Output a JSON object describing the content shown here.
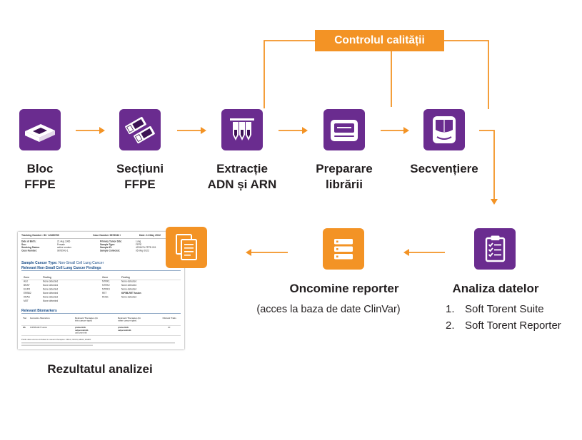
{
  "qc_box": {
    "label": "Controlul calității"
  },
  "steps": [
    {
      "line1": "Bloc",
      "line2": "FFPE",
      "icon": "ffpe-block-icon"
    },
    {
      "line1": "Secțiuni",
      "line2": "FFPE",
      "icon": "tissue-slides-icon"
    },
    {
      "line1": "Extracție",
      "line2": "ADN și ARN",
      "icon": "test-tubes-icon"
    },
    {
      "line1": "Preparare",
      "line2": "librării",
      "icon": "library-prep-instrument-icon"
    },
    {
      "line1": "Secvențiere",
      "icon": "sequencer-icon"
    }
  ],
  "analysis": {
    "title": "Analiza datelor",
    "icon": "clipboard-checklist-icon",
    "items": [
      {
        "num": "1.",
        "text": "Soft Torent Suite"
      },
      {
        "num": "2.",
        "text": "Soft Torent Reporter"
      }
    ]
  },
  "reporter": {
    "title": "Oncomine reporter",
    "note": "(acces la baza de date ClinVar)",
    "icon": "database-list-icon"
  },
  "result": {
    "title": "Rezultatul analizei",
    "icon": "documents-icon"
  },
  "report": {
    "top": {
      "tracking": "Tracking Number: ID / 12485789",
      "case": "Case Number 9876543 /",
      "date": "Date: 11 May 2022"
    },
    "info": [
      {
        "label": "Date of Birth:",
        "value": "21 Aug 1966",
        "label2": "Primary Tumor Site:",
        "value2": "Lung"
      },
      {
        "label": "Sex:",
        "value": "Female",
        "label2": "Sample Type:",
        "value2": "FFPE"
      },
      {
        "label": "Smoking Status:",
        "value": "active smoker",
        "label2": "Sample ID:",
        "value2": "4203476-FFPE-001"
      },
      {
        "label": "Case Number:",
        "value": "9876543-1",
        "label2": "Sample Collected:",
        "value2": "05 May 2022"
      }
    ],
    "cancer_type_label": "Sample Cancer Type:",
    "cancer_type": "Non-Small Cell Lung Cancer",
    "findings_title": "Relevant Non-Small Cell Lung Cancer Findings",
    "findings_headers": [
      "Gene",
      "Finding",
      "Gene",
      "Finding"
    ],
    "findings_rows": [
      {
        "gene": "ALK",
        "finding": "None detected",
        "gene2": "NTRK1",
        "finding2": "None detected"
      },
      {
        "gene": "BRAF",
        "finding": "None detected",
        "gene2": "NTRK2",
        "finding2": "None detected"
      },
      {
        "gene": "EGFR",
        "finding": "None detected",
        "gene2": "NTRK3",
        "finding2": "None detected"
      },
      {
        "gene": "ERBB2",
        "finding": "None detected",
        "gene2": "RET",
        "finding2": "KIF5B-RET fusion"
      },
      {
        "gene": "KRAS",
        "finding": "None detected",
        "gene2": "ROS1",
        "finding2": "None detected"
      },
      {
        "gene": "MET",
        "finding": "None detected"
      }
    ],
    "biomarkers_title": "Relevant Biomarkers",
    "biomarker_headers": [
      "Tier",
      "Genomic Alteration",
      "Relevant Therapies (In this cancer type)",
      "Relevant Therapies (In other cancer type)",
      "Clinical Trials"
    ],
    "biomarker_row": {
      "tier": "IIA",
      "alteration": "KIF5B-RET fusion",
      "this_type": [
        "pralsetinib",
        "selpercatinib",
        "cabozantinib"
      ],
      "other_type": [
        "pralsetinib",
        "selpercatinib"
      ],
      "trials": "10"
    },
    "footer": "Public data sources included in relevant therapies: FDA1, NCCN, EMA2, ESMO"
  },
  "colors": {
    "purple": "#6a2c8f",
    "orange": "#f39325",
    "text": "#231f20",
    "report_blue": "#1b4f8a"
  }
}
